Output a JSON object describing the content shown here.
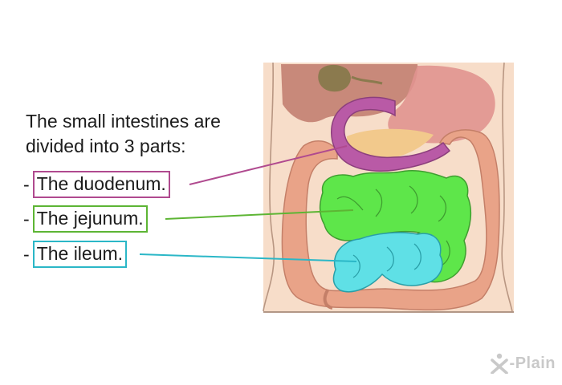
{
  "intro": {
    "line1": "The small intestines are",
    "line2": "divided into 3 parts:"
  },
  "parts": [
    {
      "label": "The duodenum.",
      "color": "#b04a8f"
    },
    {
      "label": "The jejunum.",
      "color": "#5db534"
    },
    {
      "label": "The ileum.",
      "color": "#2bb7c7"
    }
  ],
  "logo": {
    "text": "-Plain"
  },
  "colors": {
    "duodenum_fill": "#b95aa6",
    "jejunum_fill": "#5ee64a",
    "ileum_fill": "#5fe0e6",
    "colon_fill": "#e9a388",
    "stomach_fill": "#e0938f",
    "liver_fill": "#c07a6c",
    "gallbladder_fill": "#8b7a4e",
    "pancreas_fill": "#f2c98c",
    "skin_fill": "#f7ddc9"
  }
}
